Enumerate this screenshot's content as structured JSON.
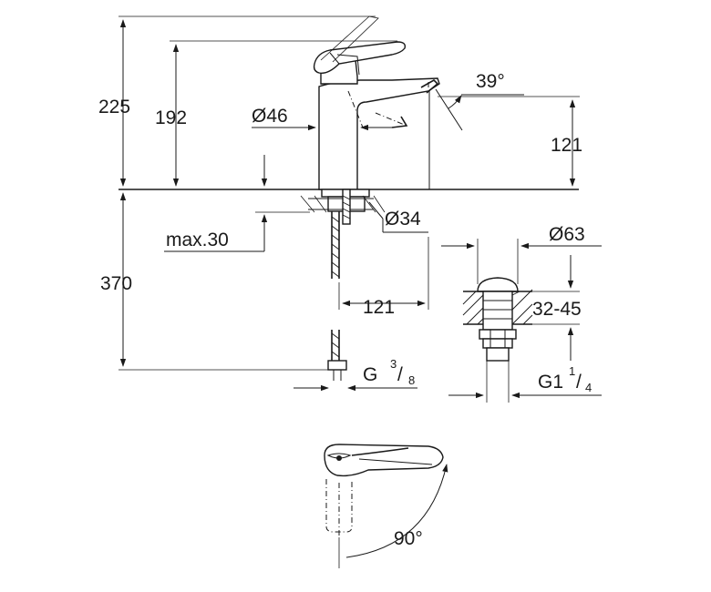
{
  "dimensions": {
    "total_height": "225",
    "spout_height": "192",
    "spout_angle": "39°",
    "body_diameter": "Ø46",
    "spout_reach": "121",
    "mount_hole_diameter": "Ø34",
    "max_deck_thickness": "max.30",
    "hose_length": "370",
    "hose_spacing": "121",
    "connection_thread": "G",
    "connection_thread_sup": "3",
    "connection_thread_sub": "8",
    "waste_diameter": "Ø63",
    "waste_range": "32-45",
    "waste_thread": "G1",
    "waste_thread_sup": "1",
    "waste_thread_sub": "4",
    "handle_rotation": "90°"
  }
}
